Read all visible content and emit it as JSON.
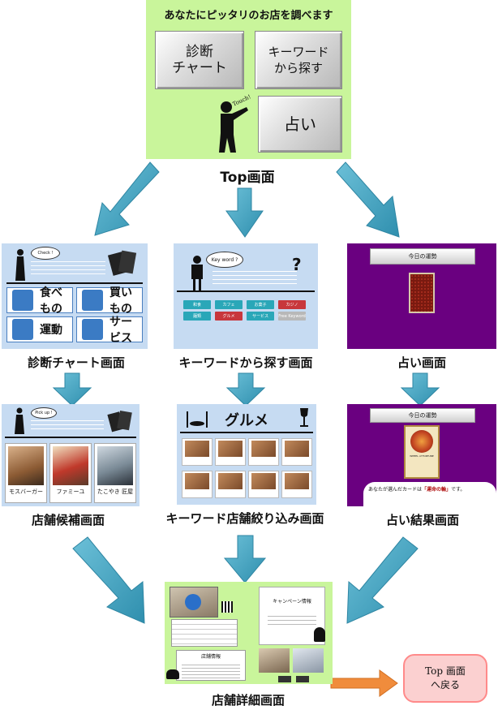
{
  "top_screen": {
    "title": "あなたにピッタリのお店を調べます",
    "buttons": {
      "diagnosis": "診断\nチャート",
      "keyword": "キーワード\nから探す",
      "fortune": "占い"
    },
    "touch_text": "Touch!",
    "label": "Top画面"
  },
  "diagnosis_screen": {
    "bubble": "Check !",
    "categories": [
      "食べもの",
      "買いもの",
      "運動",
      "サービス"
    ],
    "label": "診断チャート画面"
  },
  "keyword_screen": {
    "bubble": "Key word ?",
    "buttons": [
      "和食",
      "カフェ",
      "お菓子",
      "カジノ",
      "麺類",
      "グルメ",
      "サービス",
      "Free Keyword"
    ],
    "label": "キーワードから探す画面"
  },
  "fortune_screen": {
    "banner": "今日の運勢",
    "label": "占い画面"
  },
  "candidate_screen": {
    "bubble": "Pick up !",
    "stores": [
      "モスバーガー",
      "ファミーユ",
      "たこやき 匠屋"
    ],
    "label": "店舗候補画面"
  },
  "keyword_filter_screen": {
    "title": "グルメ",
    "label": "キーワード店舗絞り込み画面"
  },
  "fortune_result_screen": {
    "banner": "今日の運勢",
    "card_caption": "WHEEL of FORTUNE",
    "result_lead": "あなたが選んだカードは",
    "result_highlight": "「運命の輪」",
    "result_tail": "です。",
    "label": "占い結果画面"
  },
  "detail_screen": {
    "campaign_title": "キャンペーン情報",
    "store_info_title": "店舗情報",
    "label": "店舗詳細画面"
  },
  "return_button": {
    "text": "Top 画面\nへ戻る"
  },
  "colors": {
    "screen_green": "#c9f59b",
    "screen_blue": "#c6dbf2",
    "screen_purple": "#6a0080",
    "arrow_blue": "#49a9c4",
    "arrow_orange": "#f08c3c",
    "return_fill": "#fbd0d0",
    "return_border": "#ff8a8a"
  }
}
